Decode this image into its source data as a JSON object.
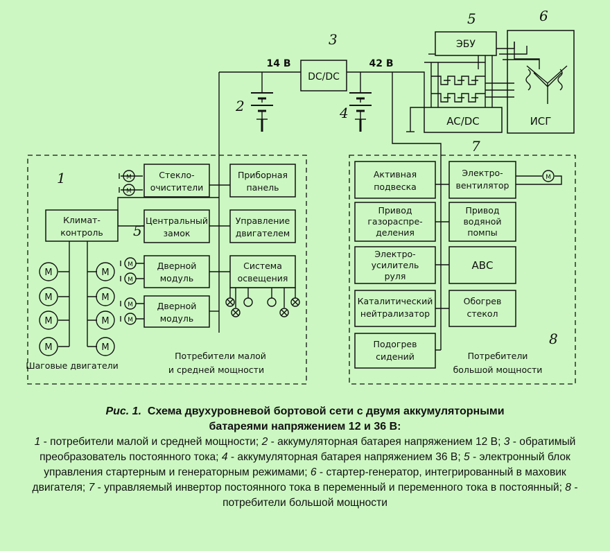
{
  "diagram": {
    "voltage_low": "14 В",
    "voltage_high": "42 В",
    "dcdc": "DC/DC",
    "ecu": "ЭБУ",
    "acdc": "AC/DC",
    "isg": "ИСГ",
    "motor_letter": "М",
    "numbers": {
      "n1": "1",
      "n2": "2",
      "n3": "3",
      "n4": "4",
      "n5_top": "5",
      "n5_mid": "5",
      "n6": "6",
      "n7": "7",
      "n8": "8"
    },
    "low_group": {
      "wipers": [
        "Стекло-",
        "очистители"
      ],
      "dashboard": [
        "Приборная",
        "панель"
      ],
      "climate": [
        "Климат-",
        "контроль"
      ],
      "central_lock": [
        "Центральный",
        "замок"
      ],
      "engine_control": [
        "Управление",
        "двигателем"
      ],
      "door_module_1": [
        "Дверной",
        "модуль"
      ],
      "door_module_2": [
        "Дверной",
        "модуль"
      ],
      "lighting": [
        "Система",
        "освещения"
      ],
      "stepper_label": "Шаговые двигатели",
      "group_label": [
        "Потребители малой",
        "и средней мощности"
      ]
    },
    "high_group": {
      "active_suspension": [
        "Активная",
        "подвеска"
      ],
      "fan": [
        "Электро-",
        "вентилятор"
      ],
      "valve_drive": [
        "Привод",
        "газораспре-",
        "деления"
      ],
      "water_pump": [
        "Привод",
        "водяной",
        "помпы"
      ],
      "power_steering": [
        "Электро-",
        "усилитель",
        "руля"
      ],
      "abs": "АВС",
      "catalytic": [
        "Каталитический",
        "нейтрализатор"
      ],
      "glass_heating": [
        "Обогрев",
        "стекол"
      ],
      "seat_heating": [
        "Подогрев",
        "сидений"
      ],
      "group_label": [
        "Потребители",
        "большой мощности"
      ]
    }
  },
  "caption": {
    "fig_label": "Рис. 1.",
    "title_line1": "Схема двухуровневой бортовой сети с двумя аккумуляторными",
    "title_line2": "батареями напряжением 12 и 36 В:",
    "items": [
      {
        "n": "1",
        "t": " - потребители малой и средней мощности;  "
      },
      {
        "n": "2",
        "t": " - аккумуляторная батарея напряжением 12 В;   "
      },
      {
        "n": "3",
        "t": " - обратимый преобразователь постоянного тока;   "
      },
      {
        "n": "4",
        "t": " - аккумуляторная батарея напряжением 36 В;  "
      },
      {
        "n": "5",
        "t": " - электронный блок управления стартерным и генераторным режимами;    "
      },
      {
        "n": "6",
        "t": " - стартер-генератор, интегрированный в маховик двигателя;  "
      },
      {
        "n": "7",
        "t": " - управляемый инвертор постоянного тока в переменный и переменного тока в постоянный;     "
      },
      {
        "n": "8",
        "t": " - потребители большой мощности"
      }
    ]
  }
}
